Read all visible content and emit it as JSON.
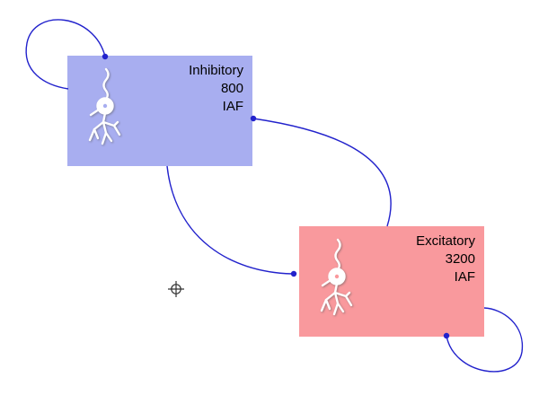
{
  "diagram": {
    "edge_color": "#2222cc",
    "populations": [
      {
        "name": "Inhibitory",
        "count": "800",
        "model": "IAF",
        "fill": "#a8aef0"
      },
      {
        "name": "Excitatory",
        "count": "3200",
        "model": "IAF",
        "fill": "#f9999d"
      }
    ],
    "connections": [
      {
        "id": "inhibitory-self-loop"
      },
      {
        "id": "inhibitory-to-excitatory-top"
      },
      {
        "id": "inhibitory-to-excitatory-left"
      },
      {
        "id": "excitatory-self-loop"
      }
    ]
  }
}
